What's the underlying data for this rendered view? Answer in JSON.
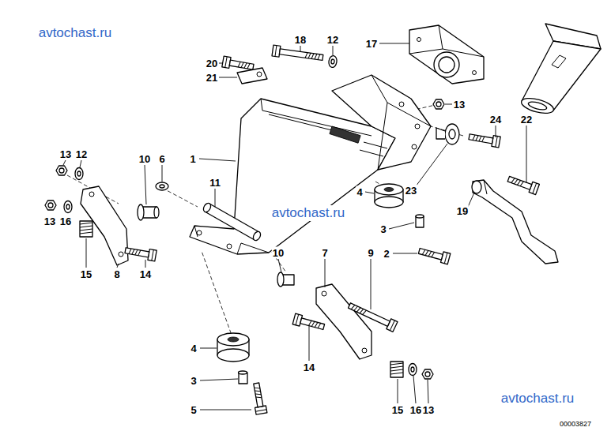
{
  "diagram": {
    "labels": [
      "avtochast.ru",
      "18",
      "12",
      "17",
      "20",
      "21",
      "13",
      "24",
      "22",
      "13",
      "12",
      "10",
      "6",
      "1",
      "11",
      "23",
      "4",
      "19",
      "avtochast.ru",
      "13",
      "16",
      "3",
      "2",
      "10",
      "7",
      "9",
      "15",
      "8",
      "14",
      "4",
      "14",
      "3",
      "avtochast.ru",
      "5",
      "15",
      "16",
      "13",
      "00003827"
    ]
  }
}
